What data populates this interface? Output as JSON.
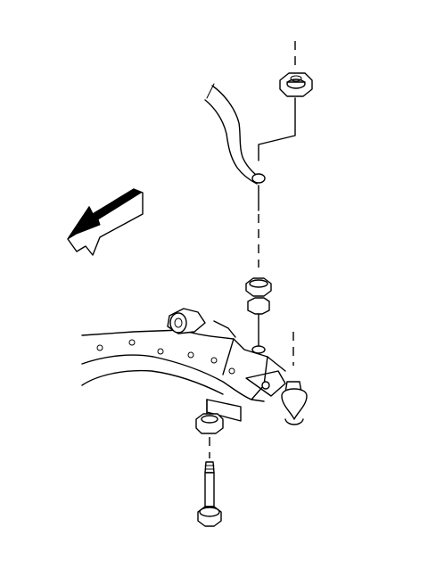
{
  "diagram": {
    "type": "exploded-view",
    "parts": [
      "stabilizer-bar",
      "stabilizer-link-nut",
      "stabilizer-link-bolt",
      "stabilizer-link-spacer",
      "insulator-bushings",
      "lower-control-arm",
      "ball-joint",
      "control-arm-bushing",
      "stabilizer-bracket",
      "lower-nut",
      "long-bolt"
    ],
    "direction_arrow": "front-of-vehicle-arrow",
    "colors": {
      "line": "#000000",
      "fill": "#ffffff",
      "arrow_fill": "#000000"
    }
  }
}
